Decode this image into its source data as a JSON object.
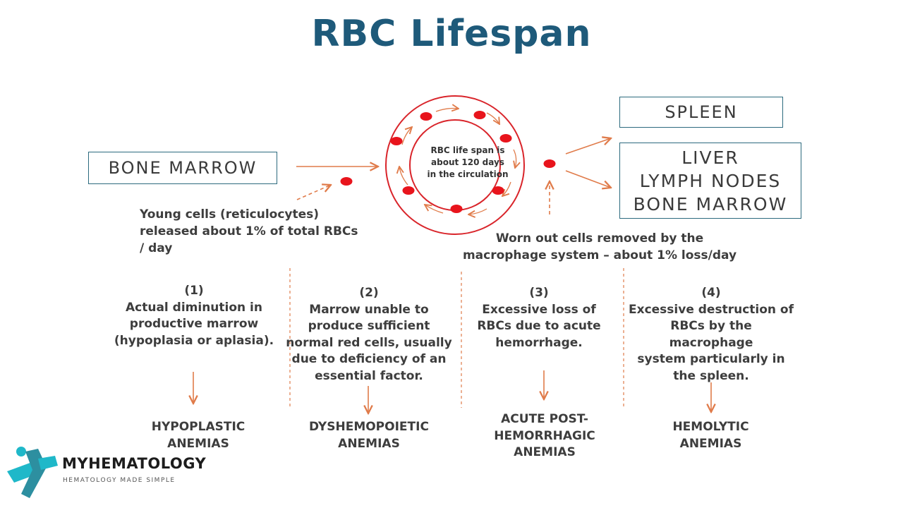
{
  "title": "RBC Lifespan",
  "boxes": {
    "bone_marrow": "BONE MARROW",
    "spleen": "SPLEEN",
    "organs": [
      "LIVER",
      "LYMPH NODES",
      "BONE MARROW"
    ]
  },
  "circle_label": [
    "RBC life span is",
    "about 120 days",
    "in the circulation"
  ],
  "notes": {
    "young_cells": [
      "Young cells (reticulocytes)",
      "released about 1% of total RBCs",
      "/ day"
    ],
    "worn_out": [
      "Worn out cells removed by the",
      "macrophage system – about 1% loss/day"
    ]
  },
  "causes": [
    {
      "number": "(1)",
      "lines": [
        "Actual diminution in",
        "productive marrow",
        "(hypoplasia or aplasia)."
      ],
      "result": [
        "HYPOPLASTIC",
        "ANEMIAS"
      ]
    },
    {
      "number": "(2)",
      "lines": [
        "Marrow unable to",
        "produce sufficient",
        "normal red cells, usually",
        "due to deficiency of an",
        "essential factor."
      ],
      "result": [
        "DYSHEMOPOIETIC",
        "ANEMIAS"
      ]
    },
    {
      "number": "(3)",
      "lines": [
        "Excessive loss of",
        "RBCs due to acute",
        "hemorrhage."
      ],
      "result": [
        "ACUTE POST-",
        "HEMORRHAGIC",
        "ANEMIAS"
      ]
    },
    {
      "number": "(4)",
      "lines": [
        "Excessive destruction of",
        "RBCs by the macrophage",
        "system particularly in",
        "the spleen."
      ],
      "result": [
        "HEMOLYTIC",
        "ANEMIAS"
      ]
    }
  ],
  "logo": {
    "name": "MYHEMATOLOGY",
    "tagline": "HEMATOLOGY MADE SIMPLE"
  },
  "colors": {
    "title": "#1e5a7a",
    "box_border": "#2c6a7e",
    "arrow": "#e07b4a",
    "rbc": "#e8141c",
    "circle": "#d9242a",
    "logo_cyan": "#1fb8c9",
    "logo_teal": "#2d8fa0"
  }
}
